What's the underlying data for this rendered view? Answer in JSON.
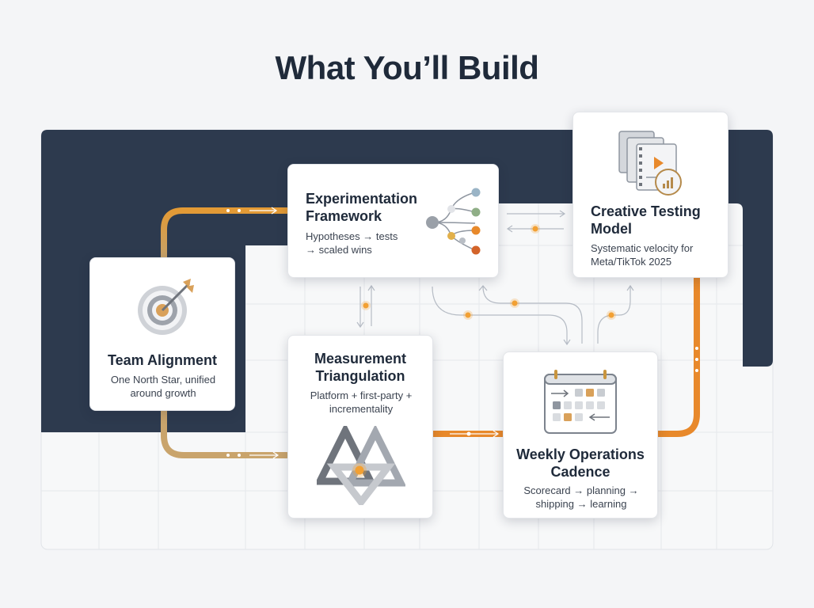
{
  "title": "What You’ll Build",
  "colors": {
    "navy": "#2d3a4e",
    "orange": "#e8892b",
    "gold": "#c9953e",
    "grid": "#e3e6ea"
  },
  "cards": {
    "team_alignment": {
      "title": "Team Alignment",
      "description": "One North Star, unified around growth",
      "icon": "target-arrow-icon"
    },
    "experimentation": {
      "title": "Experimentation Framework",
      "description": "Hypotheses → tests → scaled wins",
      "icon": "branching-nodes-icon"
    },
    "creative_testing": {
      "title": "Creative Testing Model",
      "description": "Systematic velocity for Meta/TikTok 2025",
      "icon": "film-frames-icon"
    },
    "measurement": {
      "title": "Measurement Triangulation",
      "description": "Platform + first-party + incrementality",
      "icon": "interlocking-triangles-icon"
    },
    "weekly_ops": {
      "title": "Weekly Operations Cadence",
      "description": "Scorecard → planning → shipping → learning",
      "icon": "calendar-icon"
    }
  }
}
